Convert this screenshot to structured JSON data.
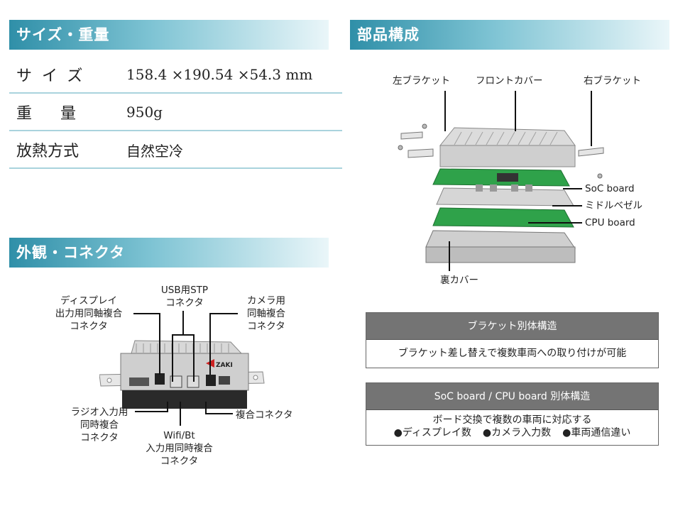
{
  "sections": {
    "size_weight": "サイズ・重量",
    "appearance": "外観・コネクタ",
    "components": "部品構成"
  },
  "specs": [
    {
      "label": "サイズ",
      "value": "158.4 ×190.54 ×54.3 mm"
    },
    {
      "label": "重量",
      "value": "950g"
    },
    {
      "label": "放熱方式",
      "value": "自然空冷"
    }
  ],
  "connectors": {
    "display_out": [
      "ディスプレイ",
      "出力用同軸複合",
      "コネクタ"
    ],
    "usb_stp": [
      "USB用STP",
      "コネクタ"
    ],
    "camera": [
      "カメラ用",
      "同軸複合",
      "コネクタ"
    ],
    "radio": [
      "ラジオ入力用",
      "同時複合",
      "コネクタ"
    ],
    "composite": "複合コネクタ",
    "wifi_bt": [
      "Wifi/Bt",
      "入力用同時複合",
      "コネクタ"
    ],
    "device_logo": "ZAKI"
  },
  "parts": {
    "left_bracket": "左ブラケット",
    "front_cover": "フロントカバー",
    "right_bracket": "右ブラケット",
    "soc_board": "SoC board",
    "middle_bezel": "ミドルベゼル",
    "cpu_board": "CPU board",
    "back_cover": "裏カバー"
  },
  "bracket_box": {
    "title": "ブラケット別体構造",
    "body": "ブラケット差し替えで複数車両への取り付けが可能"
  },
  "board_box": {
    "title": "SoC board / CPU board 別体構造",
    "line1": "ボード交換で複数の車両に対応する",
    "bullets": [
      "●ディスプレイ数",
      "●カメラ入力数",
      "●車両通信違い"
    ]
  },
  "colors": {
    "header_start": "#2f8fa8",
    "header_end": "#eaf6f9",
    "divider": "#a9d3dd",
    "box_title_bg": "#747474",
    "board_green": "#2fa24a"
  }
}
